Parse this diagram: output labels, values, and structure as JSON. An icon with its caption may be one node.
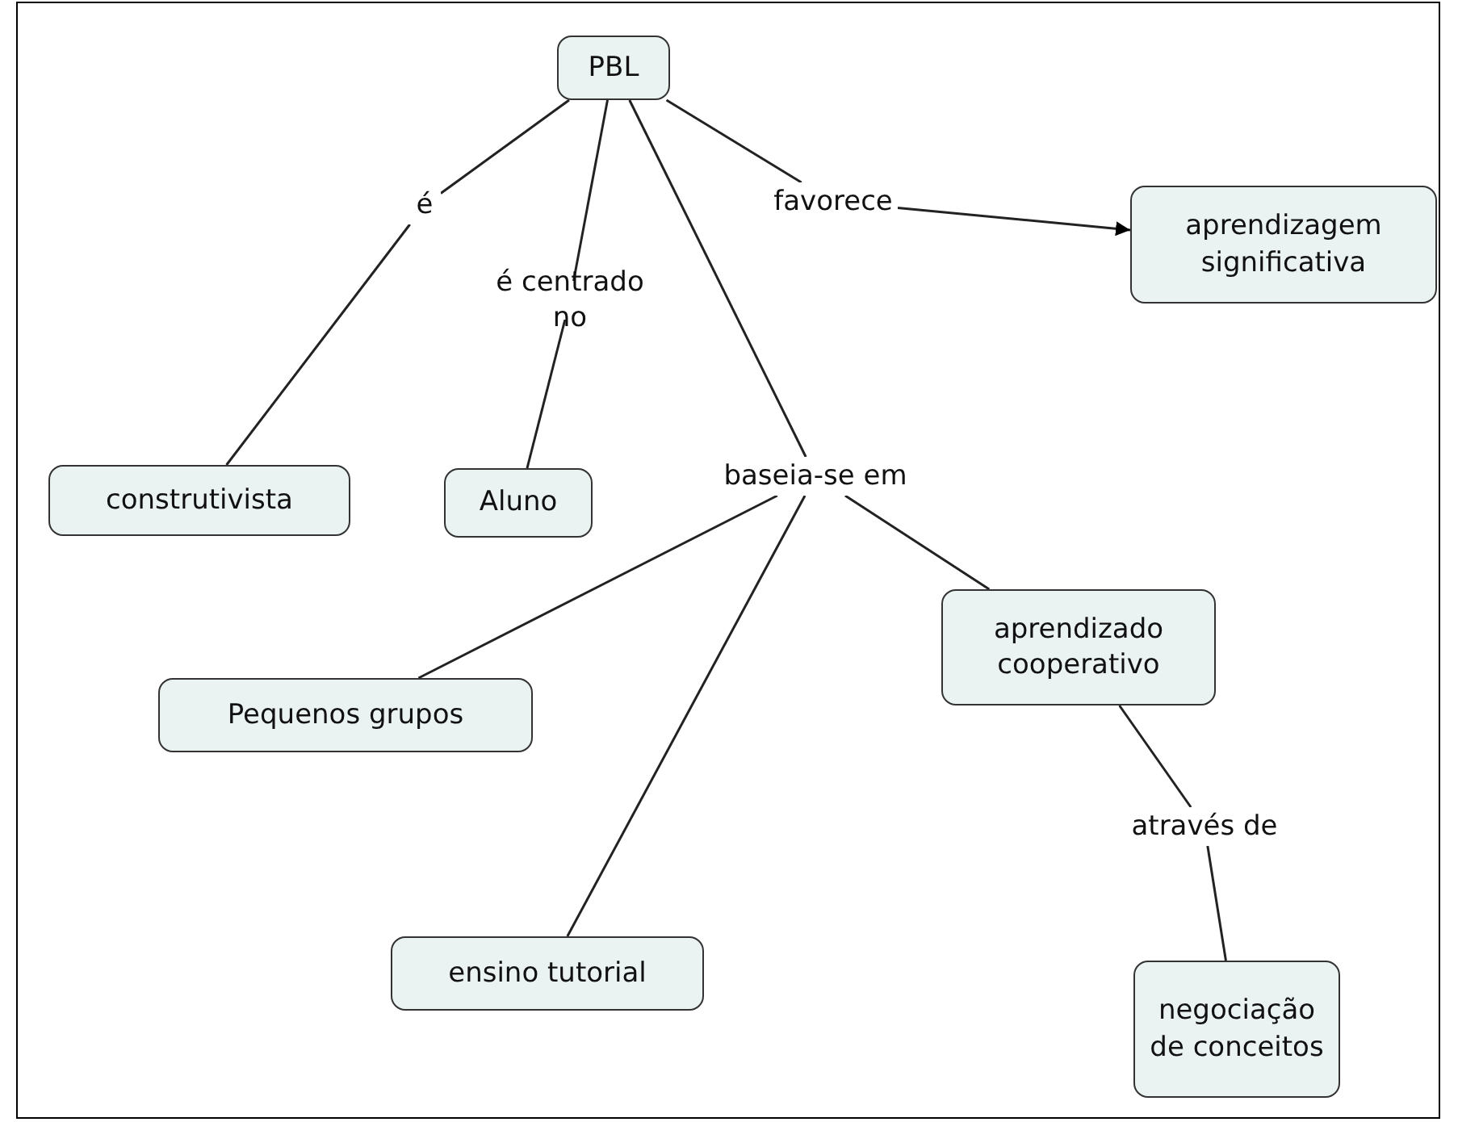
{
  "diagram": {
    "nodes": [
      {
        "text": [
          "PBL"
        ]
      },
      {
        "text": [
          "é"
        ]
      },
      {
        "text": [
          "é centrado no"
        ]
      },
      {
        "text": [
          "favorece"
        ]
      },
      {
        "text": [
          "aprendizagem significativa"
        ]
      },
      {
        "text": [
          "construtivista"
        ]
      },
      {
        "text": [
          "Aluno"
        ]
      },
      {
        "text": [
          "baseia-se em"
        ]
      },
      {
        "text": [
          "Pequenos grupos"
        ]
      },
      {
        "text": [
          "aprendizado cooperativo"
        ]
      },
      {
        "text": [
          "através de"
        ]
      },
      {
        "text": [
          "ensino tutorial"
        ]
      },
      {
        "text": [
          "negociação de conceitos"
        ]
      }
    ],
    "edges": [
      {
        "from": 0,
        "to": 1,
        "arrow": "none"
      },
      {
        "from": 1,
        "to": 5,
        "arrow": "none"
      },
      {
        "from": 0,
        "to": 2,
        "arrow": "none"
      },
      {
        "from": 2,
        "to": 6,
        "arrow": "none"
      },
      {
        "from": 0,
        "to": 3,
        "arrow": "none"
      },
      {
        "from": 3,
        "to": 4,
        "arrow": "to"
      },
      {
        "from": 0,
        "to": 7,
        "arrow": "none"
      },
      {
        "from": 7,
        "to": 8,
        "arrow": "none"
      },
      {
        "from": 7,
        "to": 11,
        "arrow": "none"
      },
      {
        "from": 7,
        "to": 9,
        "arrow": "none"
      },
      {
        "from": 9,
        "to": 10,
        "arrow": "none"
      },
      {
        "from": 10,
        "to": 12,
        "arrow": "none"
      }
    ]
  }
}
